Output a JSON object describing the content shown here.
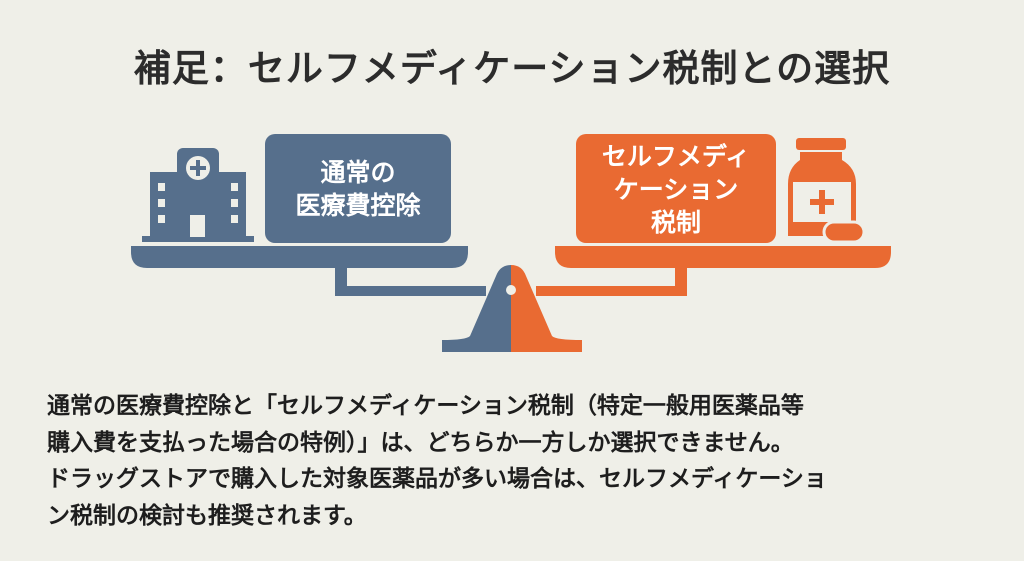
{
  "title": "補足：セルフメディケーション税制との選択",
  "left": {
    "lines": [
      "通常の",
      "医療費控除"
    ],
    "icon": "hospital-icon",
    "color": "#566f8c"
  },
  "right": {
    "lines": [
      "セルフメディ",
      "ケーション",
      "税制"
    ],
    "icon": "medicine-bottle-icon",
    "color": "#e96a32"
  },
  "body_lines": [
    "通常の医療費控除と「セルフメディケーション税制（特定一般用医薬品等",
    "購入費を支払った場合の特例）」は、どちらか一方しか選択できません。",
    "ドラッグストアで購入した対象医薬品が多い場合は、セルフメディケーショ",
    "ン税制の検討も推奨されます。"
  ]
}
